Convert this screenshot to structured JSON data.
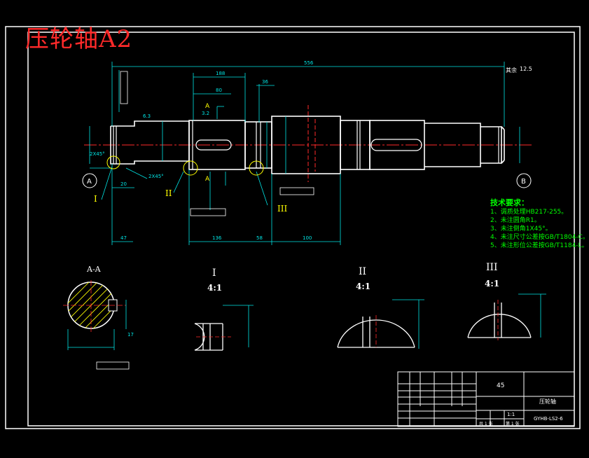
{
  "drawing_title": "压轮轴A2",
  "sections": {
    "section_aa": "A-A",
    "detail_1": "I",
    "detail_2": "II",
    "detail_3": "III",
    "scale": "4:1",
    "view_marker_a": "A",
    "circle_a": "A",
    "circle_b": "B",
    "leader_1": "I",
    "leader_2": "II",
    "leader_3": "III"
  },
  "dimensions": {
    "overall_length": "556",
    "dim_188": "188",
    "dim_80": "80",
    "dim_36": "36",
    "dim_47": "47",
    "dim_136": "136",
    "dim_58": "58",
    "dim_100": "100",
    "chamfer_left": "2X45°",
    "chamfer_mid": "2X45°",
    "rest_note": "其余",
    "rough_top": "12.5",
    "rough_a": "6.3",
    "rough_b": "3.2",
    "dim_20": "20",
    "dim_17": "17"
  },
  "technical_requirements": {
    "heading": "技术要求：",
    "items": [
      "1、调质处理HB217-255。",
      "2、未注圆角R1。",
      "3、未注倒角1X45°。",
      "4、未注尺寸公差按GB/T1804-C。",
      "5、未注形位公差按GB/T1184-L。"
    ]
  },
  "title_block": {
    "material": "45",
    "part_name": "压轮轴",
    "drawing_number": "GYHB-LS2-6",
    "scale_value": "1:1",
    "sheet_text": "共 1 张",
    "sheet_of": "第 1 张"
  }
}
